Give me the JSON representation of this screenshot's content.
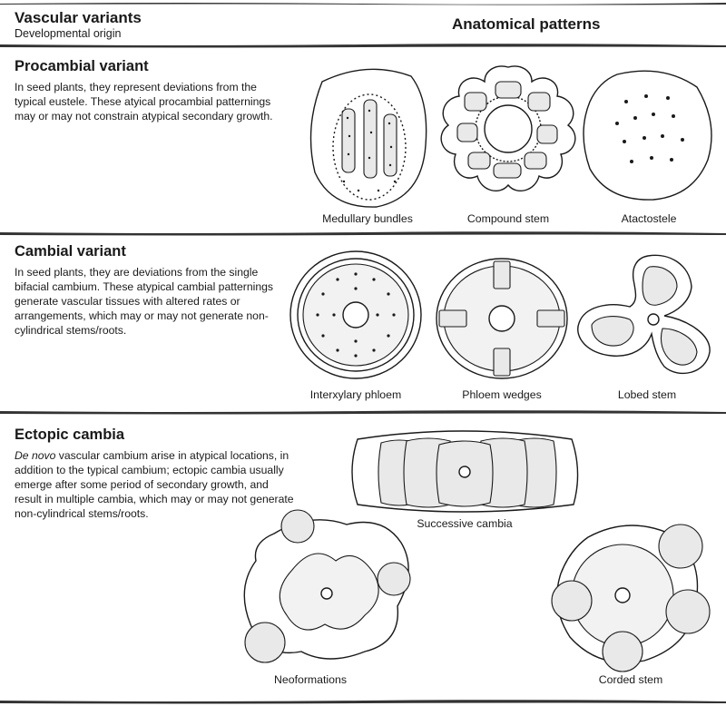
{
  "header": {
    "title": "Vascular variants",
    "subtitle": "Developmental origin",
    "right_title": "Anatomical patterns"
  },
  "sections": [
    {
      "title": "Procambial variant",
      "description": "In seed plants, they represent deviations from the typical eustele. These atyical procambial patternings may or may not constrain atypical secondary growth.",
      "patterns": [
        "Medullary bundles",
        "Compound stem",
        "Atactostele"
      ]
    },
    {
      "title": "Cambial variant",
      "description": "In seed plants, they are deviations from the single bifacial cambium. These atypical cambial patternings generate vascular tissues with altered rates or arrangements, which may or may not generate non-cylindrical stems/roots.",
      "patterns": [
        "Interxylary phloem",
        "Phloem wedges",
        "Lobed stem"
      ]
    },
    {
      "title": "Ectopic cambia",
      "description_italic": "De novo",
      "description": " vascular cambium arise in atypical locations, in addition to the typical cambium; ectopic cambia usually emerge after some period of secondary growth, and result in multiple cambia, which may or may not generate non-cylindrical stems/roots.",
      "patterns": [
        "Successive cambia",
        "Neoformations",
        "Corded stem"
      ]
    }
  ]
}
